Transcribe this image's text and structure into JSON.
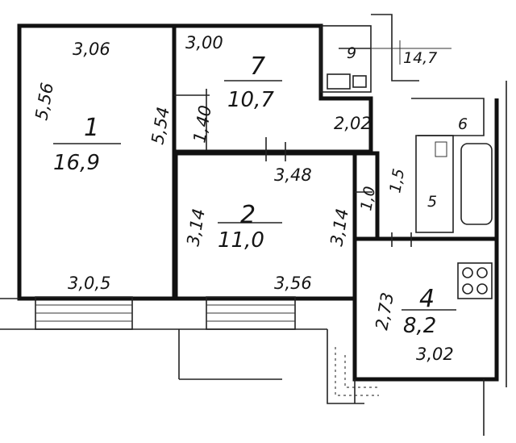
{
  "rooms": [
    {
      "id": "1",
      "number": "1",
      "area": "16,9"
    },
    {
      "id": "2",
      "number": "2",
      "area": "11,0"
    },
    {
      "id": "4",
      "number": "4",
      "area": "8,2"
    },
    {
      "id": "7",
      "number": "7",
      "area": "10,7"
    }
  ],
  "small_labels": {
    "room_9": "9",
    "room_6": "6",
    "room_5": "5",
    "balcony_area": "14,7"
  },
  "dimensions": {
    "r1_top": "3,06",
    "r1_left": "5,56",
    "r1_right": "5,54",
    "r1_bottom": "3,0,5",
    "r7_top": "3,00",
    "r7_left": "1,40",
    "r7_right_bottom": "2,02",
    "r2_top": "3,48",
    "r2_left": "3,14",
    "r2_right": "3,14",
    "r2_bottom": "3,56",
    "corr_small_a": "1,5",
    "corr_small_b": "1,0",
    "r4_left": "2,73",
    "r4_bottom": "3,02"
  }
}
